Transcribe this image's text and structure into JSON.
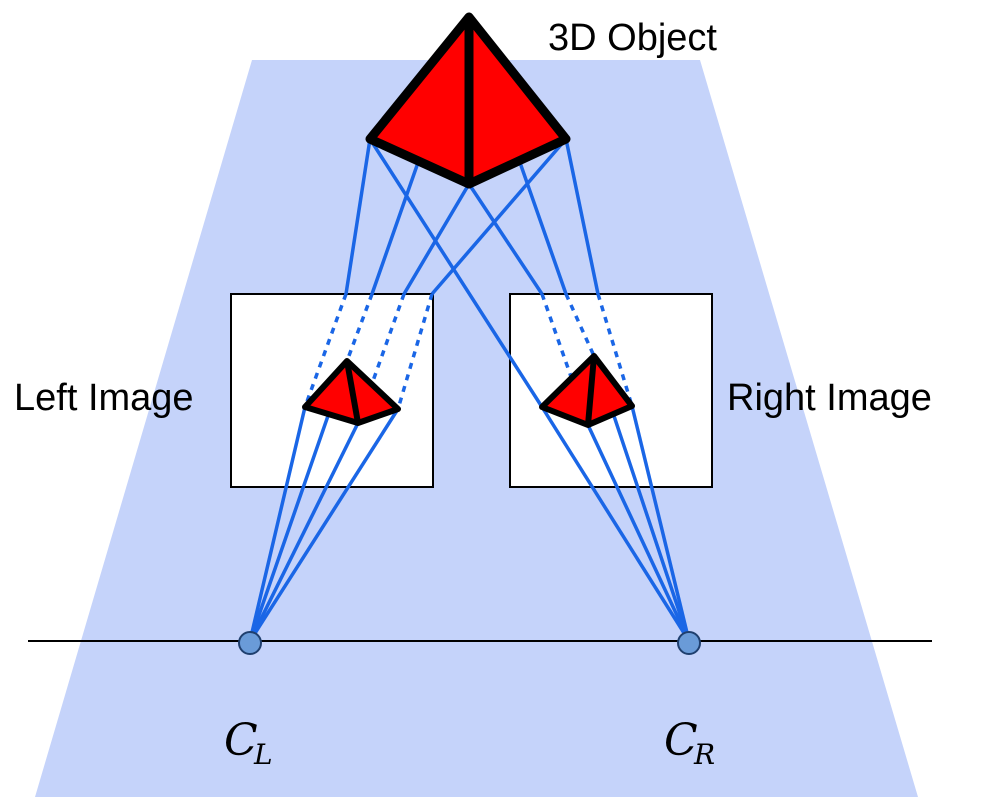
{
  "labels": {
    "object": "3D Object",
    "left_image": "Left Image",
    "right_image": "Right Image",
    "left_camera": "C",
    "left_camera_sub": "L",
    "right_camera": "C",
    "right_camera_sub": "R"
  },
  "colors": {
    "frustum_fill": "#c5d3fa",
    "ray": "#1a66e6",
    "pyramid_fill": "#ff0000",
    "pyramid_edge": "#000000",
    "camera_fill": "#6a9bd8",
    "image_plane": "#ffffff",
    "baseline": "#000000"
  }
}
